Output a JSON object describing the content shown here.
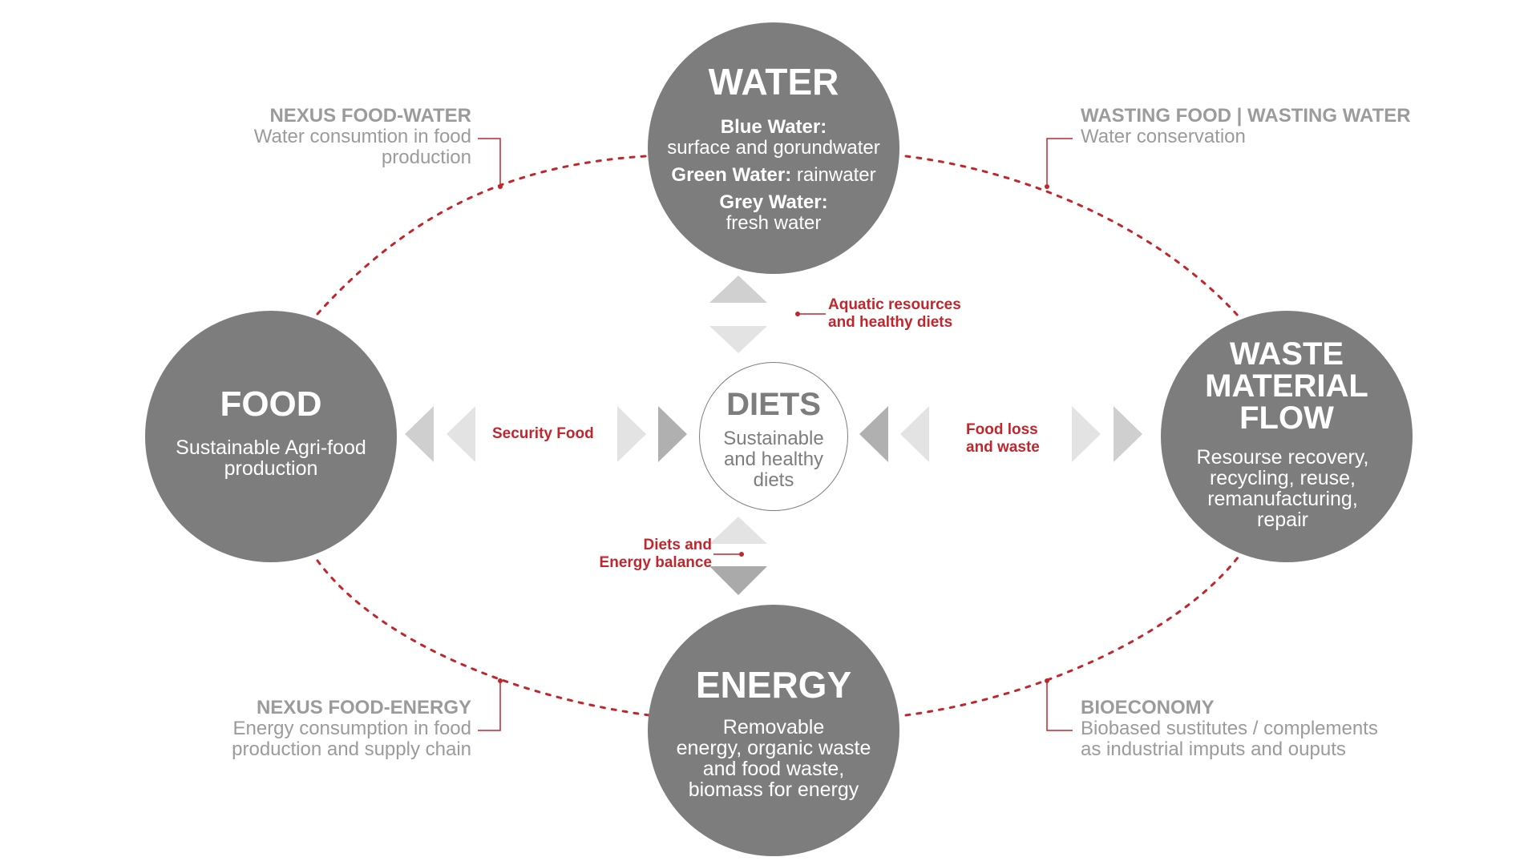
{
  "nodes": {
    "water": {
      "title": "WATER",
      "blue_label": "Blue Water:",
      "blue_text": "surface and gorundwater",
      "green_label": "Green Water:",
      "green_text": " rainwater",
      "grey_label": "Grey Water:",
      "grey_text": "fresh water"
    },
    "food": {
      "title": "FOOD",
      "line1": "Sustainable Agri-food",
      "line2": "production"
    },
    "waste": {
      "title1": "WASTE",
      "title2": "MATERIAL",
      "title3": "FLOW",
      "line1": "Resourse recovery,",
      "line2": "recycling, reuse,",
      "line3": "remanufacturing,",
      "line4": "repair"
    },
    "energy": {
      "title": "ENERGY",
      "line1": "Removable",
      "line2": "energy, organic waste",
      "line3": "and food waste,",
      "line4": "biomass for energy"
    },
    "diets": {
      "title": "DIETS",
      "line1": "Sustainable",
      "line2": "and healthy",
      "line3": "diets"
    }
  },
  "nexus": {
    "food_water": {
      "title": "NEXUS FOOD-WATER",
      "line1": "Water consumtion in food",
      "line2": "production"
    },
    "wasting": {
      "title": "WASTING FOOD | WASTING WATER",
      "line1": "Water conservation"
    },
    "food_energy": {
      "title": "NEXUS FOOD-ENERGY",
      "line1": "Energy consumption in food",
      "line2": "production and supply chain"
    },
    "bioeconomy": {
      "title": "BIOECONOMY",
      "line1": "Biobased sustitutes / complements",
      "line2": "as industrial imputs and ouputs"
    }
  },
  "links": {
    "aquatic": {
      "line1": "Aquatic resources",
      "line2": "and healthy diets"
    },
    "security": {
      "line1": "Security Food"
    },
    "foodloss": {
      "line1": "Food loss",
      "line2": "and waste"
    },
    "energy_balance": {
      "line1": "Diets and",
      "line2": "Energy balance"
    }
  },
  "colors": {
    "circle_fill": "#7d7d7d",
    "accent_red": "#c0272d",
    "nexus_text": "#9b9b9b",
    "arrow_light": "#e3e3e3",
    "arrow_mid": "#cfcfcf",
    "arrow_dark": "#b0b0b0"
  }
}
